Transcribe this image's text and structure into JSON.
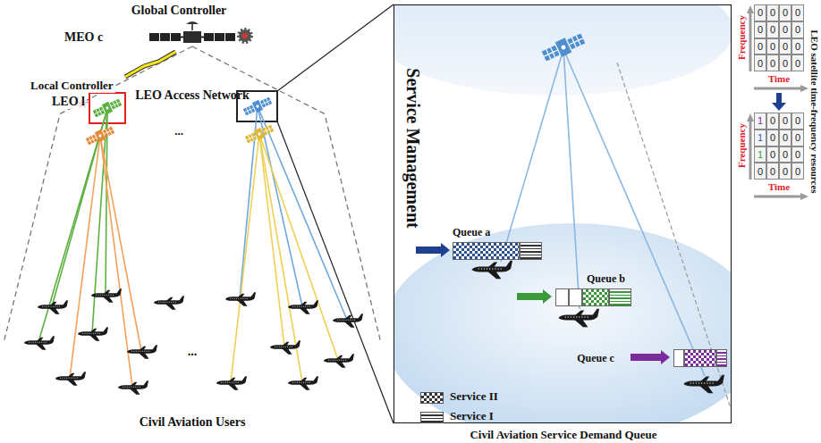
{
  "diagram": {
    "nodes": [
      {
        "text": [
          "Global Controller",
          "MEO c"
        ]
      },
      {
        "text": [
          "Local Controller",
          "LEO l"
        ]
      },
      {
        "text": [
          "LEO Access Network",
          "..."
        ]
      },
      {
        "text": [
          "...",
          "Civil Aviation Users"
        ]
      },
      {
        "text": [
          "Service Management",
          "Civil Aviation Service Demand Queue"
        ]
      },
      {
        "text": [
          "Queue a"
        ],
        "in": 4
      },
      {
        "text": [
          "Queue b"
        ],
        "in": 4
      },
      {
        "text": [
          "Queue c"
        ],
        "in": 4
      }
    ],
    "edges": [
      {
        "from": 0,
        "to": 1,
        "arrow": "none"
      }
    ],
    "labels": [
      "Frequency",
      "Time",
      "0",
      "0",
      "0",
      "0",
      "0",
      "0",
      "0",
      "0",
      "0",
      "0",
      "0",
      "0",
      "0",
      "0",
      "0",
      "0",
      "Frequency",
      "Time",
      "1",
      "0",
      "0",
      "0",
      "1",
      "0",
      "0",
      "0",
      "1",
      "0",
      "0",
      "0",
      "0",
      "0",
      "0",
      "0",
      "LEO satellite time-frequency resources"
    ],
    "legend": [
      {
        "text": "Service II"
      },
      {
        "text": "Service I"
      }
    ]
  }
}
